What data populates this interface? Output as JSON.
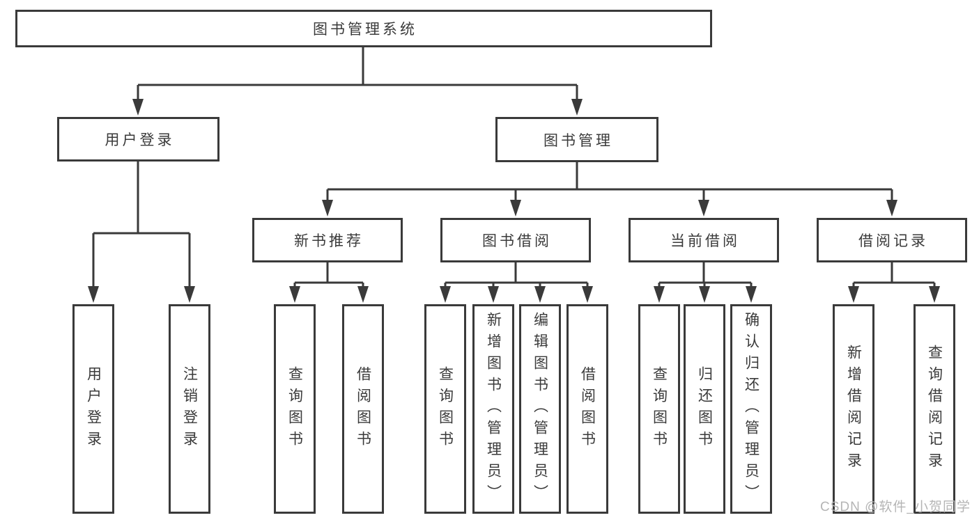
{
  "colors": {
    "line": "#3a3a3a",
    "box_border": "#3a3a3a",
    "text": "#3a3a3a",
    "background": "#ffffff",
    "watermark_text_color": "#b5b5b5"
  },
  "diagram": {
    "root": {
      "label": "图书管理系统"
    },
    "user_login": {
      "label": "用户登录",
      "children": [
        {
          "label": "用户登录"
        },
        {
          "label": "注销登录"
        }
      ]
    },
    "book_mgmt": {
      "label": "图书管理",
      "children": [
        {
          "label": "新书推荐",
          "children": [
            {
              "label": "查询图书"
            },
            {
              "label": "借阅图书"
            }
          ]
        },
        {
          "label": "图书借阅",
          "children": [
            {
              "label": "查询图书"
            },
            {
              "label": "新增图书（管理员）"
            },
            {
              "label": "编辑图书（管理员）"
            },
            {
              "label": "借阅图书"
            }
          ]
        },
        {
          "label": "当前借阅",
          "children": [
            {
              "label": "查询图书"
            },
            {
              "label": "归还图书"
            },
            {
              "label": "确认归还（管理员）"
            }
          ]
        },
        {
          "label": "借阅记录",
          "children": [
            {
              "label": "新增借阅记录"
            },
            {
              "label": "查询借阅记录"
            }
          ]
        }
      ]
    }
  },
  "watermark": {
    "text": "CSDN @软件_小贺同学"
  }
}
